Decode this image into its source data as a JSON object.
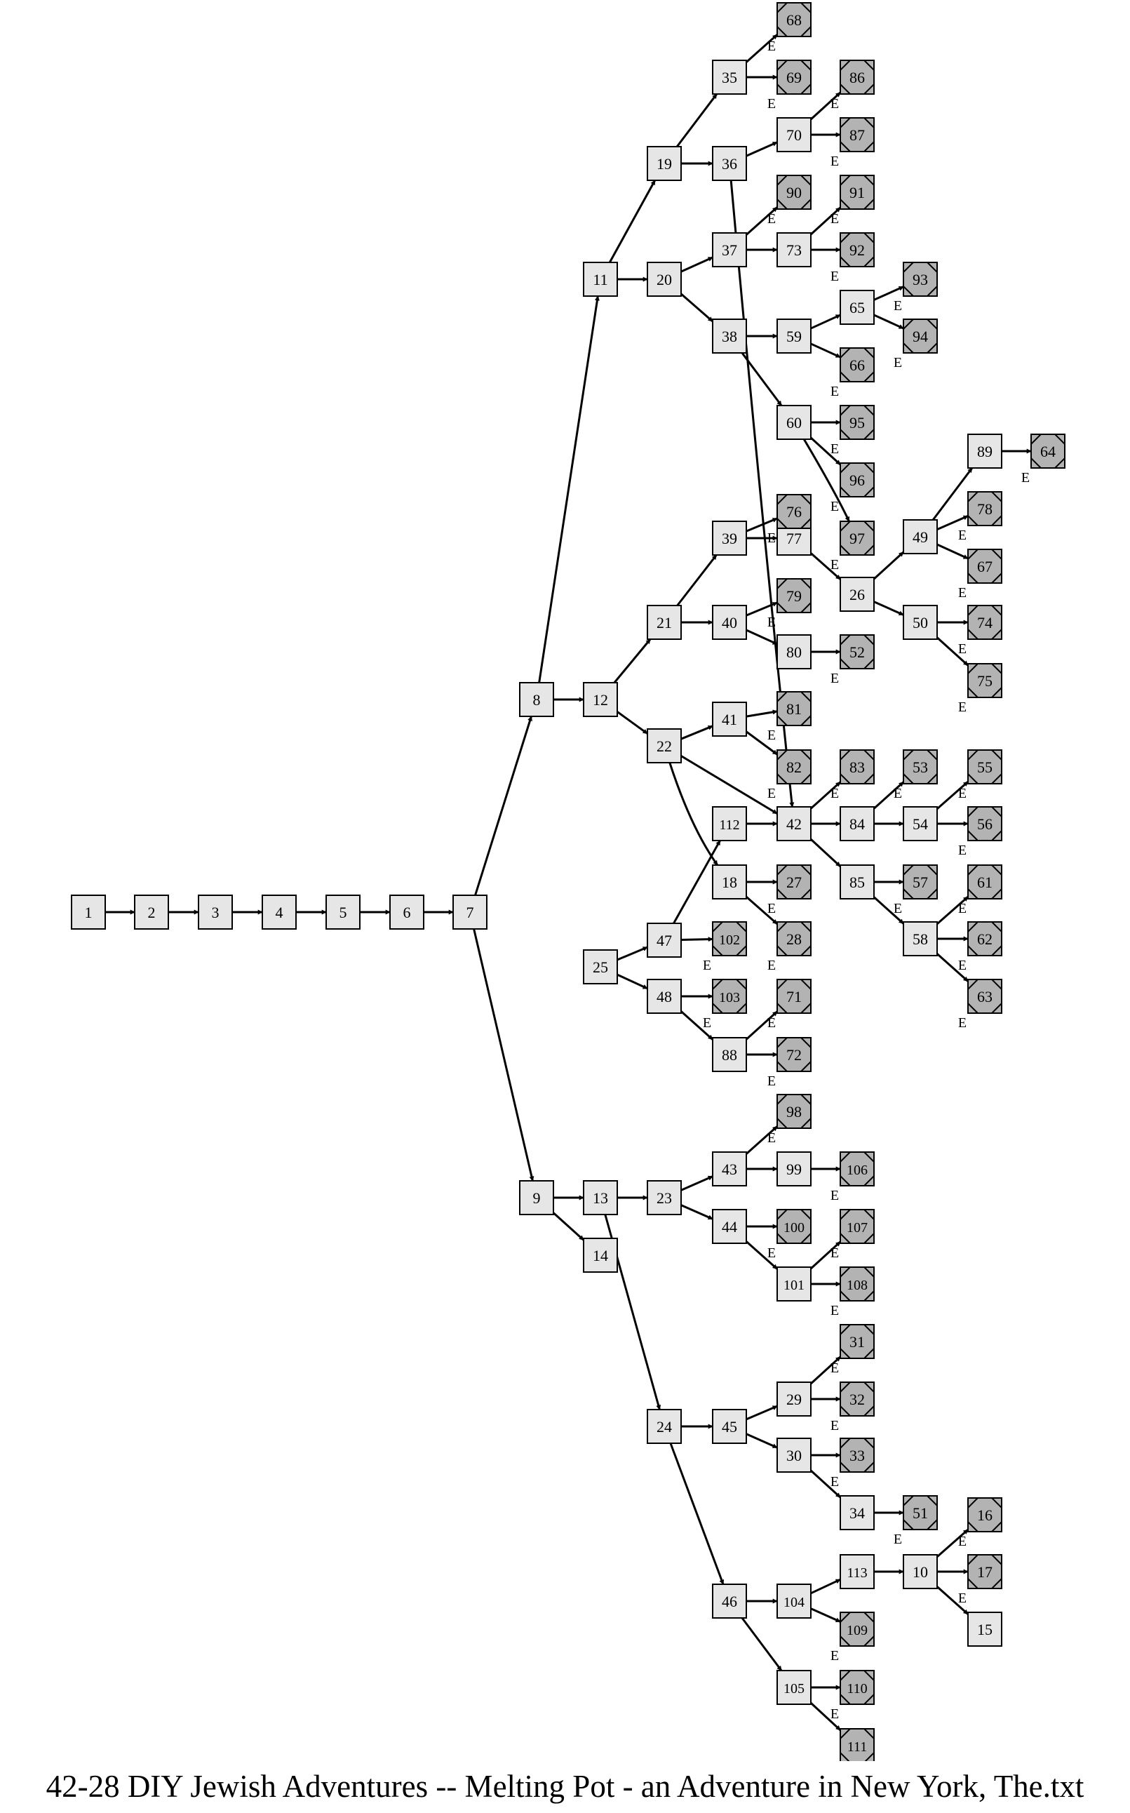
{
  "caption": "42-28 DIY Jewish Adventures -- Melting Pot - an Adventure in New York, The.txt",
  "colors": {
    "node_fill": "#e6e6e6",
    "end_fill": "#b3b3b3",
    "stroke": "#000000",
    "edge": "#000000"
  },
  "end_marker": "E",
  "nodes": [
    {
      "id": "1",
      "type": "node"
    },
    {
      "id": "2",
      "type": "node"
    },
    {
      "id": "3",
      "type": "node"
    },
    {
      "id": "4",
      "type": "node"
    },
    {
      "id": "5",
      "type": "node"
    },
    {
      "id": "6",
      "type": "node"
    },
    {
      "id": "7",
      "type": "node"
    },
    {
      "id": "8",
      "type": "node"
    },
    {
      "id": "9",
      "type": "node"
    },
    {
      "id": "11",
      "type": "node"
    },
    {
      "id": "12",
      "type": "node"
    },
    {
      "id": "13",
      "type": "node"
    },
    {
      "id": "14",
      "type": "node"
    },
    {
      "id": "19",
      "type": "node"
    },
    {
      "id": "20",
      "type": "node"
    },
    {
      "id": "21",
      "type": "node"
    },
    {
      "id": "22",
      "type": "node"
    },
    {
      "id": "23",
      "type": "node"
    },
    {
      "id": "24",
      "type": "node"
    },
    {
      "id": "25",
      "type": "node"
    },
    {
      "id": "35",
      "type": "node"
    },
    {
      "id": "36",
      "type": "node"
    },
    {
      "id": "37",
      "type": "node"
    },
    {
      "id": "38",
      "type": "node"
    },
    {
      "id": "39",
      "type": "node"
    },
    {
      "id": "40",
      "type": "node"
    },
    {
      "id": "41",
      "type": "node"
    },
    {
      "id": "112",
      "type": "node"
    },
    {
      "id": "18",
      "type": "node"
    },
    {
      "id": "47",
      "type": "node"
    },
    {
      "id": "48",
      "type": "node"
    },
    {
      "id": "88",
      "type": "node"
    },
    {
      "id": "43",
      "type": "node"
    },
    {
      "id": "44",
      "type": "node"
    },
    {
      "id": "45",
      "type": "node"
    },
    {
      "id": "46",
      "type": "node"
    },
    {
      "id": "70",
      "type": "node"
    },
    {
      "id": "73",
      "type": "node"
    },
    {
      "id": "59",
      "type": "node"
    },
    {
      "id": "60",
      "type": "node"
    },
    {
      "id": "77",
      "type": "node"
    },
    {
      "id": "80",
      "type": "node"
    },
    {
      "id": "42",
      "type": "node"
    },
    {
      "id": "99",
      "type": "node"
    },
    {
      "id": "101",
      "type": "node"
    },
    {
      "id": "29",
      "type": "node"
    },
    {
      "id": "30",
      "type": "node"
    },
    {
      "id": "104",
      "type": "node"
    },
    {
      "id": "105",
      "type": "node"
    },
    {
      "id": "65",
      "type": "node"
    },
    {
      "id": "26",
      "type": "node"
    },
    {
      "id": "84",
      "type": "node"
    },
    {
      "id": "85",
      "type": "node"
    },
    {
      "id": "34",
      "type": "node"
    },
    {
      "id": "113",
      "type": "node"
    },
    {
      "id": "49",
      "type": "node"
    },
    {
      "id": "50",
      "type": "node"
    },
    {
      "id": "54",
      "type": "node"
    },
    {
      "id": "58",
      "type": "node"
    },
    {
      "id": "10",
      "type": "node"
    },
    {
      "id": "89",
      "type": "node"
    },
    {
      "id": "15",
      "type": "node"
    },
    {
      "id": "68",
      "type": "end"
    },
    {
      "id": "69",
      "type": "end"
    },
    {
      "id": "86",
      "type": "end"
    },
    {
      "id": "87",
      "type": "end"
    },
    {
      "id": "90",
      "type": "end"
    },
    {
      "id": "91",
      "type": "end"
    },
    {
      "id": "92",
      "type": "end"
    },
    {
      "id": "93",
      "type": "end"
    },
    {
      "id": "94",
      "type": "end"
    },
    {
      "id": "66",
      "type": "end"
    },
    {
      "id": "95",
      "type": "end"
    },
    {
      "id": "96",
      "type": "end"
    },
    {
      "id": "97",
      "type": "end"
    },
    {
      "id": "76",
      "type": "end"
    },
    {
      "id": "79",
      "type": "end"
    },
    {
      "id": "52",
      "type": "end"
    },
    {
      "id": "81",
      "type": "end"
    },
    {
      "id": "82",
      "type": "end"
    },
    {
      "id": "83",
      "type": "end"
    },
    {
      "id": "53",
      "type": "end"
    },
    {
      "id": "55",
      "type": "end"
    },
    {
      "id": "56",
      "type": "end"
    },
    {
      "id": "57",
      "type": "end"
    },
    {
      "id": "61",
      "type": "end"
    },
    {
      "id": "62",
      "type": "end"
    },
    {
      "id": "63",
      "type": "end"
    },
    {
      "id": "27",
      "type": "end"
    },
    {
      "id": "28",
      "type": "end"
    },
    {
      "id": "102",
      "type": "end"
    },
    {
      "id": "103",
      "type": "end"
    },
    {
      "id": "71",
      "type": "end"
    },
    {
      "id": "72",
      "type": "end"
    },
    {
      "id": "64",
      "type": "end"
    },
    {
      "id": "78",
      "type": "end"
    },
    {
      "id": "67",
      "type": "end"
    },
    {
      "id": "74",
      "type": "end"
    },
    {
      "id": "75",
      "type": "end"
    },
    {
      "id": "98",
      "type": "end"
    },
    {
      "id": "106",
      "type": "end"
    },
    {
      "id": "100",
      "type": "end"
    },
    {
      "id": "107",
      "type": "end"
    },
    {
      "id": "108",
      "type": "end"
    },
    {
      "id": "31",
      "type": "end"
    },
    {
      "id": "32",
      "type": "end"
    },
    {
      "id": "33",
      "type": "end"
    },
    {
      "id": "51",
      "type": "end"
    },
    {
      "id": "16",
      "type": "end"
    },
    {
      "id": "17",
      "type": "end"
    },
    {
      "id": "109",
      "type": "end"
    },
    {
      "id": "110",
      "type": "end"
    },
    {
      "id": "111",
      "type": "end"
    }
  ],
  "edges": [
    [
      "1",
      "2"
    ],
    [
      "2",
      "3"
    ],
    [
      "3",
      "4"
    ],
    [
      "4",
      "5"
    ],
    [
      "5",
      "6"
    ],
    [
      "6",
      "7"
    ],
    [
      "7",
      "8"
    ],
    [
      "7",
      "9"
    ],
    [
      "8",
      "11"
    ],
    [
      "8",
      "12"
    ],
    [
      "9",
      "13"
    ],
    [
      "9",
      "14"
    ],
    [
      "11",
      "19"
    ],
    [
      "11",
      "20"
    ],
    [
      "12",
      "21"
    ],
    [
      "12",
      "22"
    ],
    [
      "13",
      "23"
    ],
    [
      "13",
      "24"
    ],
    [
      "19",
      "35"
    ],
    [
      "19",
      "36"
    ],
    [
      "20",
      "37"
    ],
    [
      "20",
      "38"
    ],
    [
      "21",
      "39"
    ],
    [
      "21",
      "40"
    ],
    [
      "22",
      "41"
    ],
    [
      "22",
      "42"
    ],
    [
      "22",
      "18"
    ],
    [
      "25",
      "47"
    ],
    [
      "25",
      "48"
    ],
    [
      "47",
      "112"
    ],
    [
      "47",
      "102"
    ],
    [
      "48",
      "103"
    ],
    [
      "48",
      "88"
    ],
    [
      "23",
      "43"
    ],
    [
      "23",
      "44"
    ],
    [
      "24",
      "45"
    ],
    [
      "24",
      "46"
    ],
    [
      "35",
      "68"
    ],
    [
      "35",
      "69"
    ],
    [
      "36",
      "70"
    ],
    [
      "36",
      "42"
    ],
    [
      "70",
      "86"
    ],
    [
      "70",
      "87"
    ],
    [
      "37",
      "90"
    ],
    [
      "37",
      "73"
    ],
    [
      "73",
      "91"
    ],
    [
      "73",
      "92"
    ],
    [
      "38",
      "59"
    ],
    [
      "38",
      "60"
    ],
    [
      "59",
      "65"
    ],
    [
      "59",
      "66"
    ],
    [
      "65",
      "93"
    ],
    [
      "65",
      "94"
    ],
    [
      "60",
      "95"
    ],
    [
      "60",
      "96"
    ],
    [
      "60",
      "97"
    ],
    [
      "39",
      "76"
    ],
    [
      "39",
      "77"
    ],
    [
      "77",
      "26"
    ],
    [
      "40",
      "79"
    ],
    [
      "40",
      "80"
    ],
    [
      "80",
      "52"
    ],
    [
      "41",
      "81"
    ],
    [
      "41",
      "82"
    ],
    [
      "112",
      "42"
    ],
    [
      "18",
      "27"
    ],
    [
      "18",
      "28"
    ],
    [
      "88",
      "71"
    ],
    [
      "88",
      "72"
    ],
    [
      "42",
      "83"
    ],
    [
      "42",
      "84"
    ],
    [
      "42",
      "85"
    ],
    [
      "84",
      "53"
    ],
    [
      "84",
      "54"
    ],
    [
      "54",
      "55"
    ],
    [
      "54",
      "56"
    ],
    [
      "85",
      "57"
    ],
    [
      "85",
      "58"
    ],
    [
      "58",
      "61"
    ],
    [
      "58",
      "62"
    ],
    [
      "58",
      "63"
    ],
    [
      "26",
      "49"
    ],
    [
      "26",
      "50"
    ],
    [
      "49",
      "89"
    ],
    [
      "49",
      "78"
    ],
    [
      "49",
      "67"
    ],
    [
      "89",
      "64"
    ],
    [
      "50",
      "74"
    ],
    [
      "50",
      "75"
    ],
    [
      "43",
      "98"
    ],
    [
      "43",
      "99"
    ],
    [
      "99",
      "106"
    ],
    [
      "44",
      "100"
    ],
    [
      "44",
      "101"
    ],
    [
      "101",
      "107"
    ],
    [
      "101",
      "108"
    ],
    [
      "45",
      "29"
    ],
    [
      "45",
      "30"
    ],
    [
      "29",
      "31"
    ],
    [
      "29",
      "32"
    ],
    [
      "30",
      "33"
    ],
    [
      "30",
      "34"
    ],
    [
      "34",
      "51"
    ],
    [
      "46",
      "104"
    ],
    [
      "46",
      "105"
    ],
    [
      "104",
      "113"
    ],
    [
      "104",
      "109"
    ],
    [
      "113",
      "10"
    ],
    [
      "10",
      "16"
    ],
    [
      "10",
      "17"
    ],
    [
      "10",
      "15"
    ],
    [
      "105",
      "110"
    ],
    [
      "105",
      "111"
    ]
  ]
}
